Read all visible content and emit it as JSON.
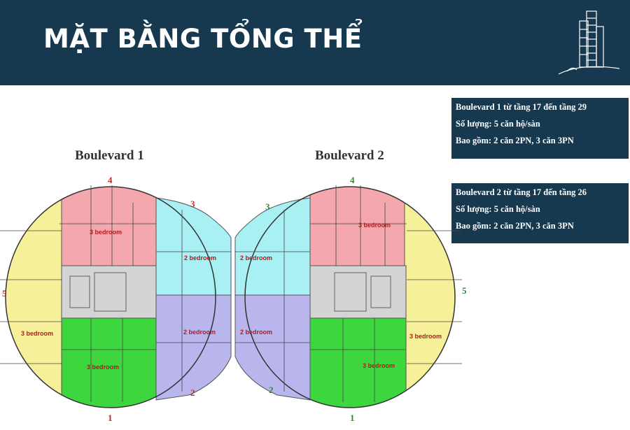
{
  "banner": {
    "title": "MẶT BẰNG TỔNG THỂ"
  },
  "info_boxes": [
    {
      "line1": "Boulevard 1 từ tầng 17 đến tầng 29",
      "line2": "Số lượng: 5 căn hộ/sàn",
      "line3": "Bao gồm:  2 căn 2PN, 3 căn 3PN"
    },
    {
      "line1": "Boulevard  2 từ tầng 17 đến tầng 26",
      "line2": "Số lượng: 5 căn hộ/sàn",
      "line3": "Bao gồm:  2 căn 2PN, 3 căn 3PN"
    }
  ],
  "plans": [
    {
      "title": "Boulevard 1",
      "units": [
        {
          "num": "4",
          "label": "3 bedroom",
          "color": "#f4a7ac"
        },
        {
          "num": "3",
          "label": "2 bedroom",
          "color": "#a8f0f4"
        },
        {
          "num": "5",
          "label": "3 bedroom",
          "color": "#f7f09a"
        },
        {
          "num": "1",
          "label": "3 bedroom",
          "color": "#3ed63e"
        },
        {
          "num": "2",
          "label": "2 bedroom",
          "color": "#b9b6ee"
        }
      ]
    },
    {
      "title": "Boulevard 2",
      "units": [
        {
          "num": "4",
          "label": "3 bedroom",
          "color": "#f4a7ac"
        },
        {
          "num": "3",
          "label": "2 bedroom",
          "color": "#a8f0f4"
        },
        {
          "num": "5",
          "label": "3 bedroom",
          "color": "#f7f09a"
        },
        {
          "num": "1",
          "label": "3 bedroom",
          "color": "#3ed63e"
        },
        {
          "num": "2",
          "label": "2 bedroom",
          "color": "#b9b6ee"
        }
      ]
    }
  ]
}
